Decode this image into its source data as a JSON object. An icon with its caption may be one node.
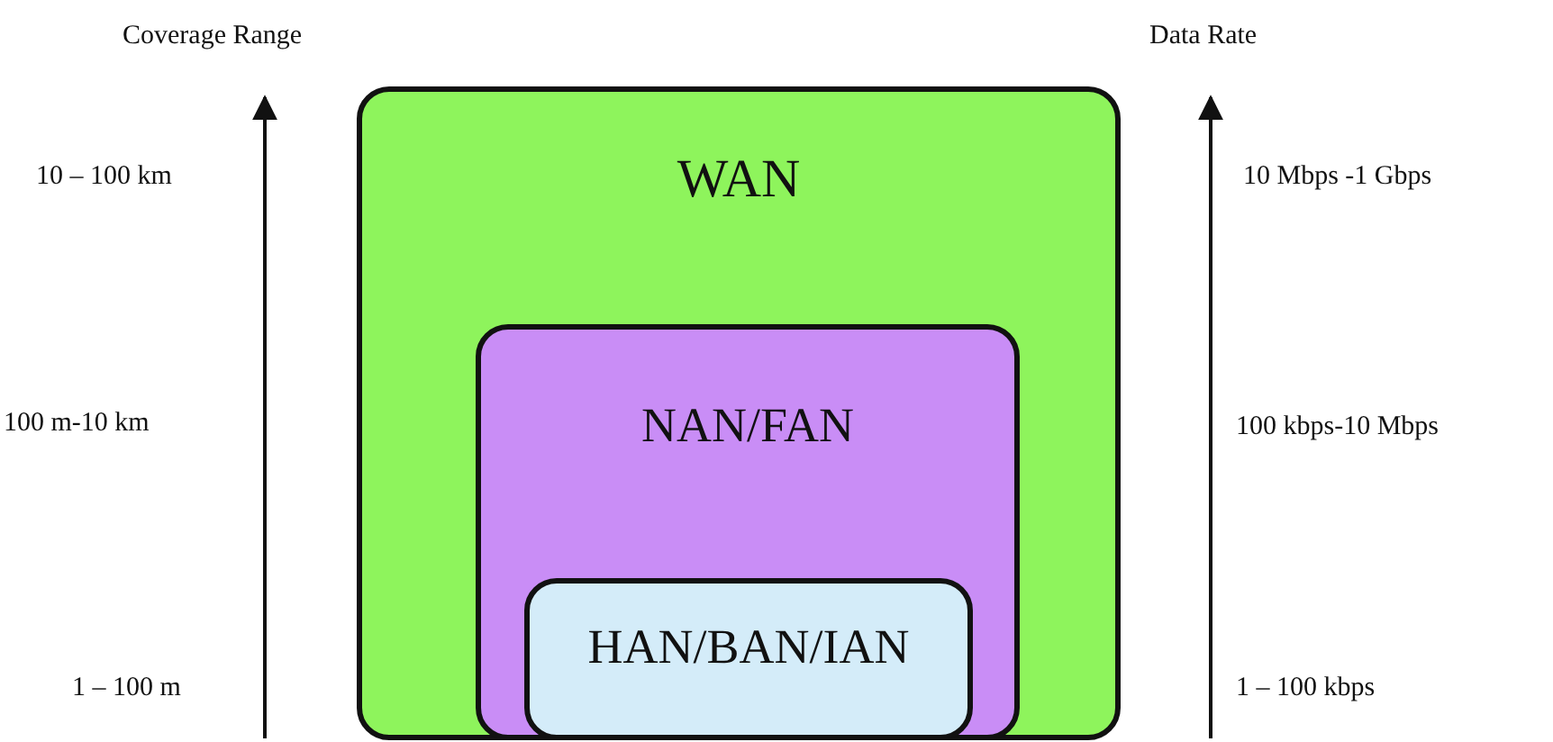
{
  "diagram": {
    "nodes": [
      {
        "text": [
          "WAN"
        ]
      },
      {
        "text": [
          "NAN/FAN"
        ],
        "in": 0
      },
      {
        "text": [
          "HAN/BAN/IAN"
        ],
        "in": 1
      }
    ],
    "labels": [
      "Coverage Range",
      "Data Rate",
      "10 – 100 km",
      "10 Mbps -1 Gbps",
      "100 m-10 km",
      "100 kbps-10 Mbps",
      "1 – 100 m",
      "1 – 100 kbps"
    ]
  }
}
